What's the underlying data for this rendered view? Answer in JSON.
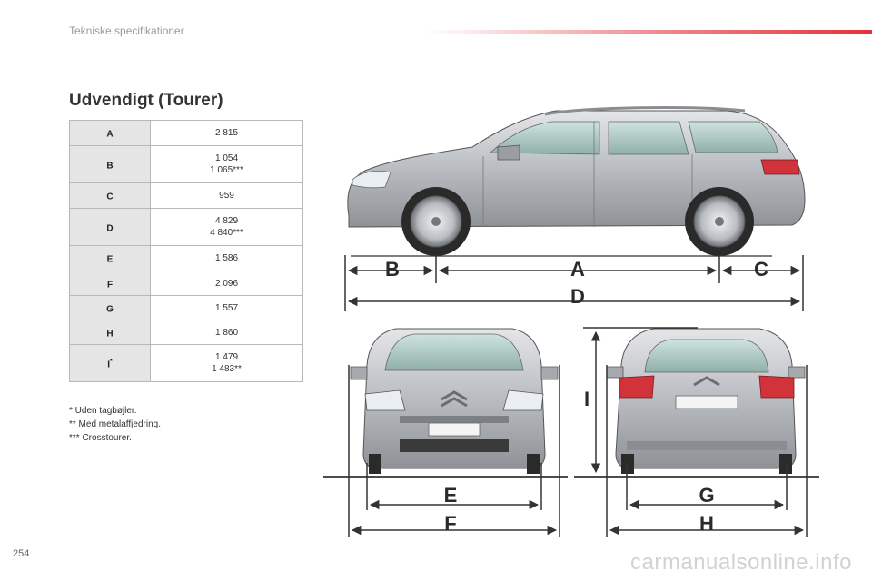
{
  "header": {
    "title": "Tekniske specifikationer"
  },
  "section": {
    "title": "Udvendigt (Tourer)"
  },
  "specs": [
    {
      "key": "A",
      "key_sup": "",
      "lines": [
        "2 815"
      ]
    },
    {
      "key": "B",
      "key_sup": "",
      "lines": [
        "1 054",
        "1 065***"
      ]
    },
    {
      "key": "C",
      "key_sup": "",
      "lines": [
        "959"
      ]
    },
    {
      "key": "D",
      "key_sup": "",
      "lines": [
        "4 829",
        "4 840***"
      ]
    },
    {
      "key": "E",
      "key_sup": "",
      "lines": [
        "1 586"
      ]
    },
    {
      "key": "F",
      "key_sup": "",
      "lines": [
        "2 096"
      ]
    },
    {
      "key": "G",
      "key_sup": "",
      "lines": [
        "1 557"
      ]
    },
    {
      "key": "H",
      "key_sup": "",
      "lines": [
        "1 860"
      ]
    },
    {
      "key": "I",
      "key_sup": "*",
      "lines": [
        "1 479",
        "1 483**"
      ]
    }
  ],
  "footnotes": [
    "* Uden tagbøjler.",
    "** Med metalaffjedring.",
    "*** Crosstourer."
  ],
  "diagram_labels": {
    "a": "A",
    "b": "B",
    "c": "C",
    "d": "D",
    "e": "E",
    "f": "F",
    "g": "G",
    "h": "H",
    "i": "I"
  },
  "page_number": "254",
  "watermark": "carmanualsonline.info",
  "colors": {
    "accent_red": "#e3323a",
    "car_silver": "#c2c5c9",
    "table_key_bg": "#e5e5e5"
  }
}
